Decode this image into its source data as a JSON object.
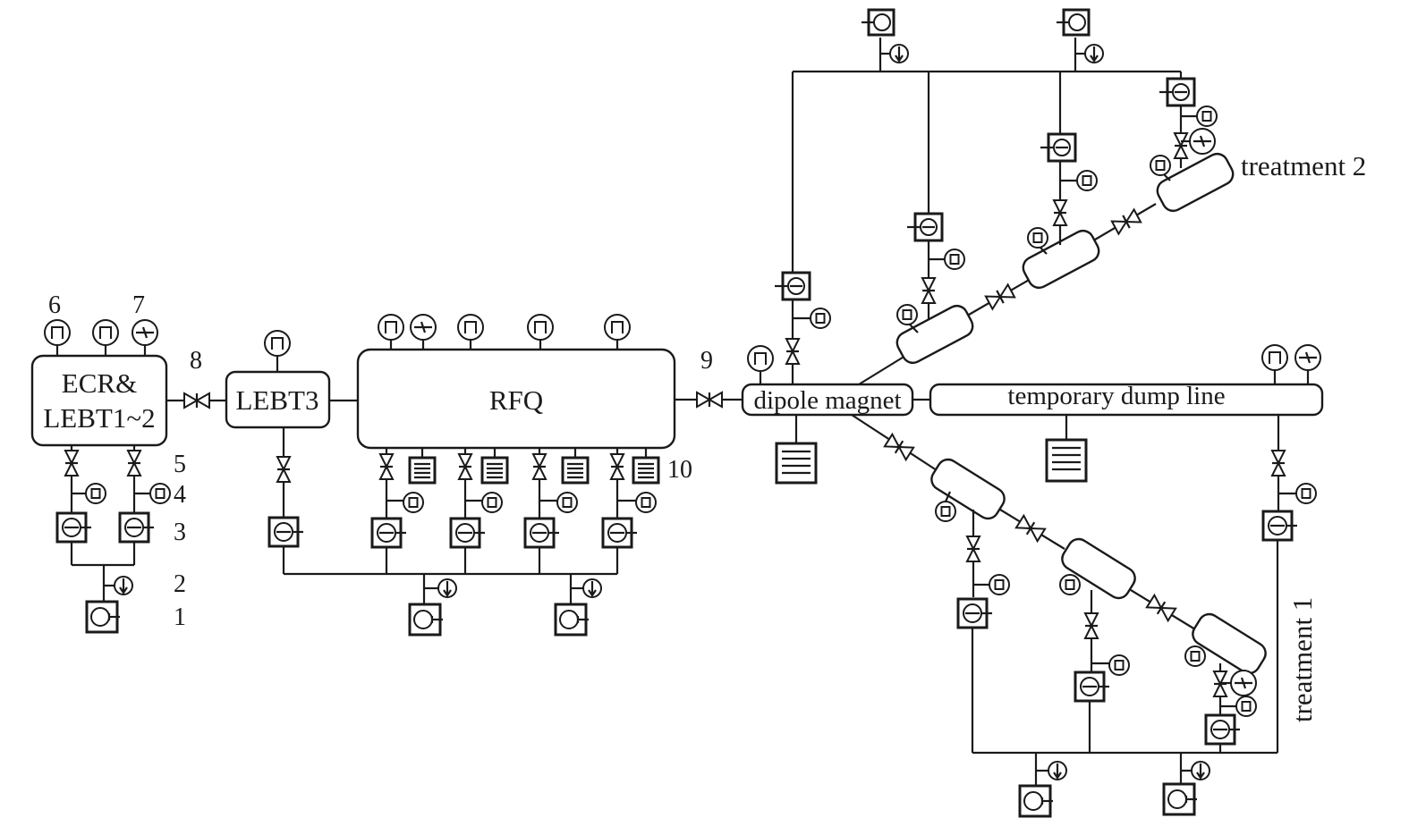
{
  "components": {
    "ecr": [
      "ECR&",
      "LEBT1~2"
    ],
    "lebt3": "LEBT3",
    "rfq": "RFQ",
    "dipole": "dipole magnet",
    "dump": "temporary dump line",
    "treatment1": "treatment 1",
    "treatment2": "treatment 2"
  },
  "callouts": [
    "1",
    "2",
    "3",
    "4",
    "5",
    "6",
    "7",
    "8",
    "9",
    "10"
  ]
}
